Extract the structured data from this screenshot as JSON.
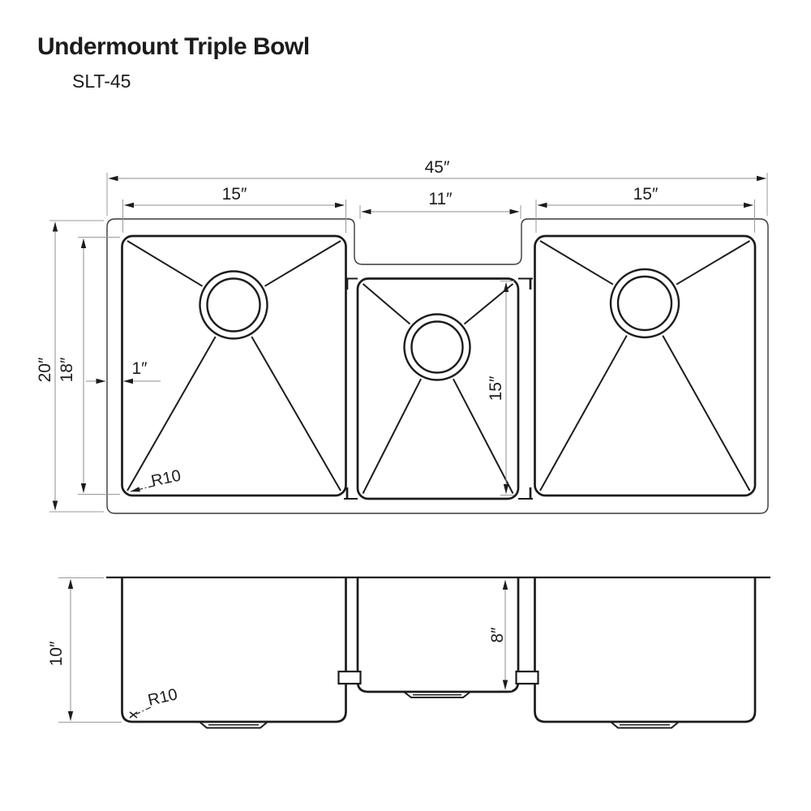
{
  "title": "Undermount Triple Bowl",
  "model": "SLT-45",
  "units": "inches",
  "top_view": {
    "overall_width": "45″",
    "left_bowl_width": "15″",
    "center_bowl_width": "11″",
    "right_bowl_width": "15″",
    "overall_front_to_back": "20″",
    "side_bowl_front_to_back": "18″",
    "center_bowl_front_to_back": "15″",
    "rim_offset": "1″",
    "corner_radius": "R10"
  },
  "front_view": {
    "side_bowl_depth": "10″",
    "center_bowl_depth": "8″",
    "corner_radius": "R10"
  },
  "colors": {
    "line": "#1c1c1c",
    "dim_line": "#8c8c8c",
    "background": "#ffffff"
  }
}
